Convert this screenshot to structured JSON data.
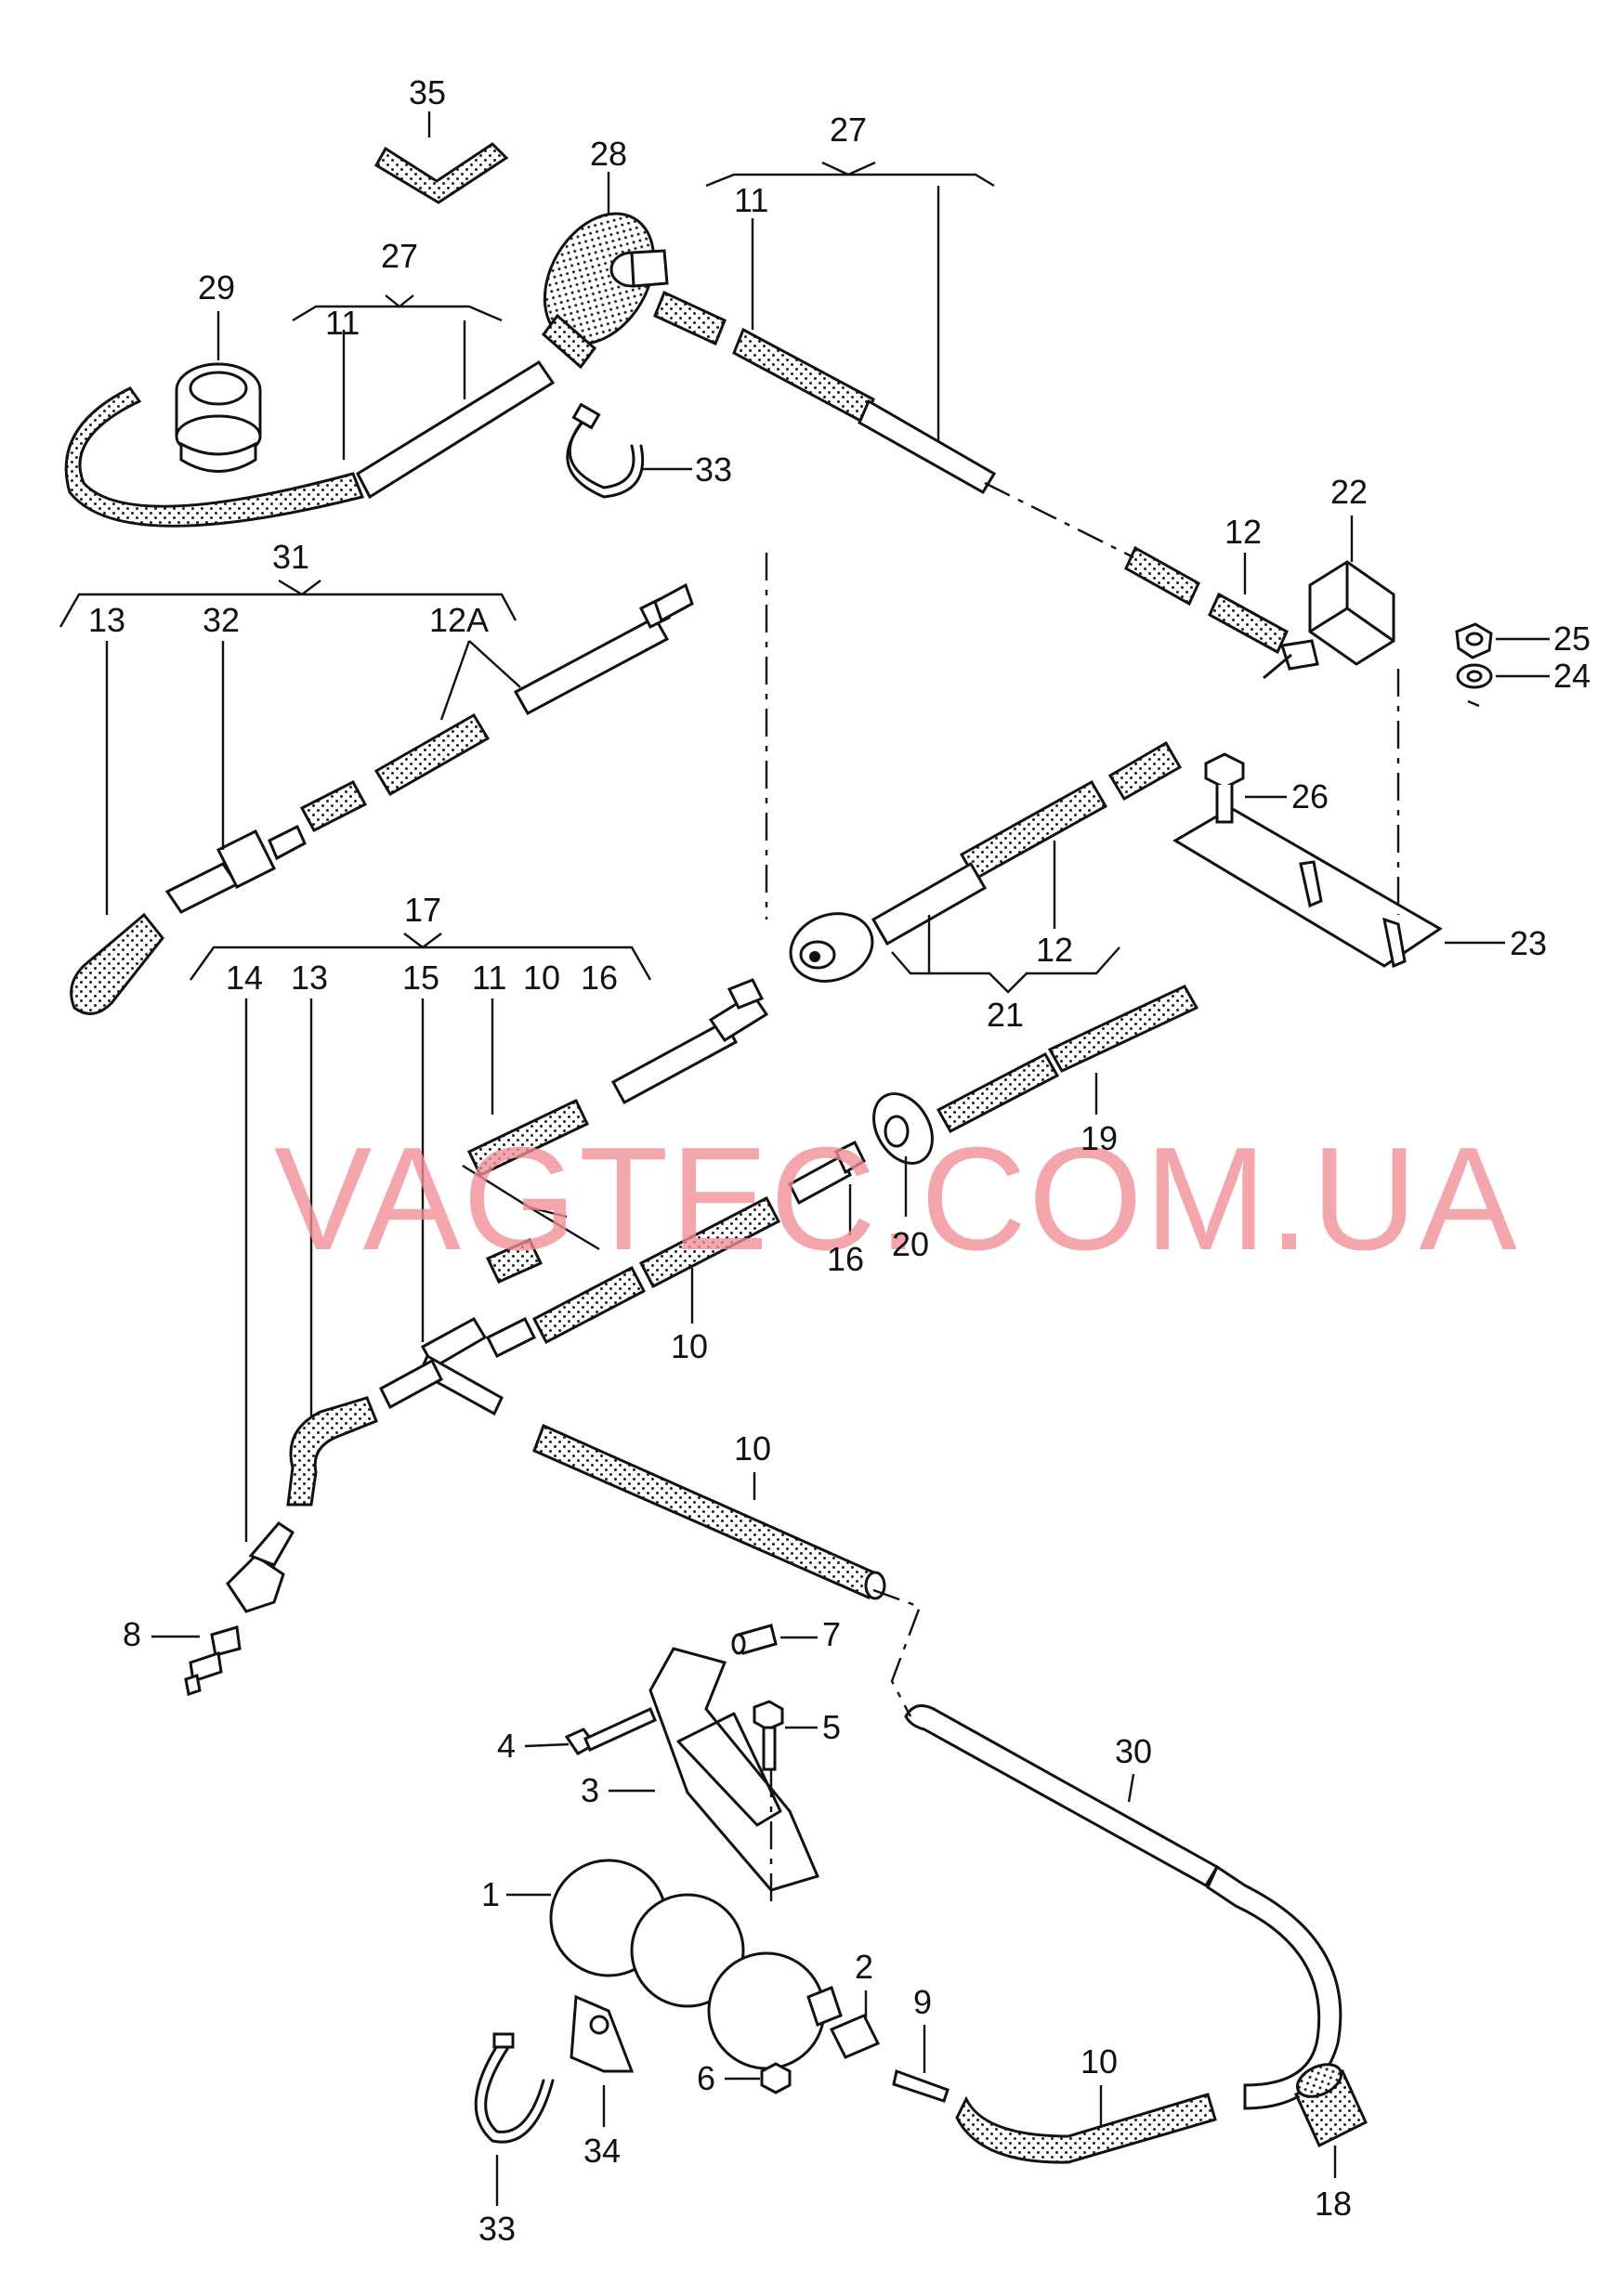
{
  "watermark": "VAGTEC.COM.UA",
  "labels": {
    "l35": "35",
    "l28": "28",
    "l27a": "27",
    "l27b": "27",
    "l29": "29",
    "l11a": "11",
    "l11b": "11",
    "l11c": "11",
    "l33a": "33",
    "l33b": "33",
    "l22": "22",
    "l12a": "12",
    "l12b": "12",
    "l25": "25",
    "l24": "24",
    "l31": "31",
    "l13a": "13",
    "l13b": "13",
    "l32": "32",
    "l12A": "12A",
    "l26": "26",
    "l23": "23",
    "l21": "21",
    "l17": "17",
    "l14": "14",
    "l15": "15",
    "l10a": "10",
    "l10b": "10",
    "l10c": "10",
    "l10d": "10",
    "l16a": "16",
    "l16b": "16",
    "l19": "19",
    "l20": "20",
    "l8": "8",
    "l7": "7",
    "l4": "4",
    "l5": "5",
    "l3": "3",
    "l30": "30",
    "l1": "1",
    "l2": "2",
    "l9": "9",
    "l6": "6",
    "l34": "34",
    "l18": "18"
  }
}
